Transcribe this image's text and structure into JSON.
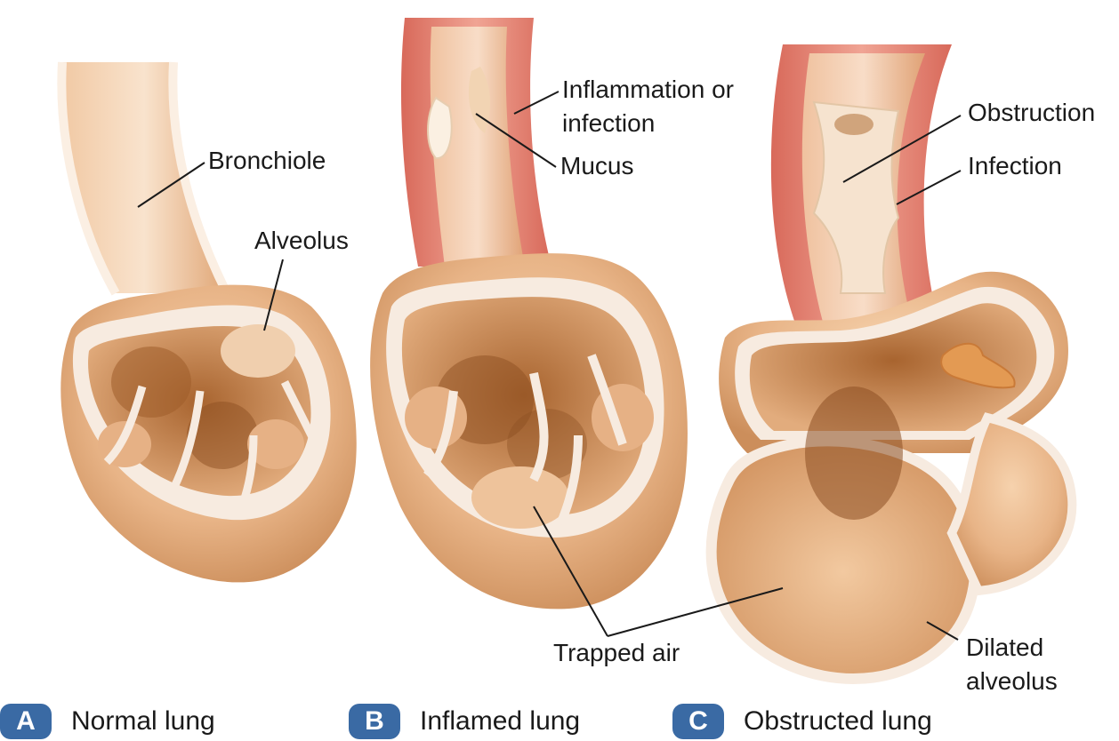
{
  "labels": {
    "bronchiole": "Bronchiole",
    "alveolus": "Alveolus",
    "inflammation": "Inflammation or\ninfection",
    "mucus": "Mucus",
    "obstruction": "Obstruction",
    "infection": "Infection",
    "trapped_air": "Trapped air",
    "dilated": "Dilated\nalveolus"
  },
  "panels": [
    {
      "letter": "A",
      "caption": "Normal lung"
    },
    {
      "letter": "B",
      "caption": "Inflamed lung"
    },
    {
      "letter": "C",
      "caption": "Obstructed lung"
    }
  ],
  "colors": {
    "tissue": "#e8b487",
    "tissue_dark": "#b9773f",
    "inner_wall": "#f5e7dc",
    "inflamed": "#e07d6f",
    "mucus": "#f3dcc0",
    "badge": "#3a6aa4"
  }
}
